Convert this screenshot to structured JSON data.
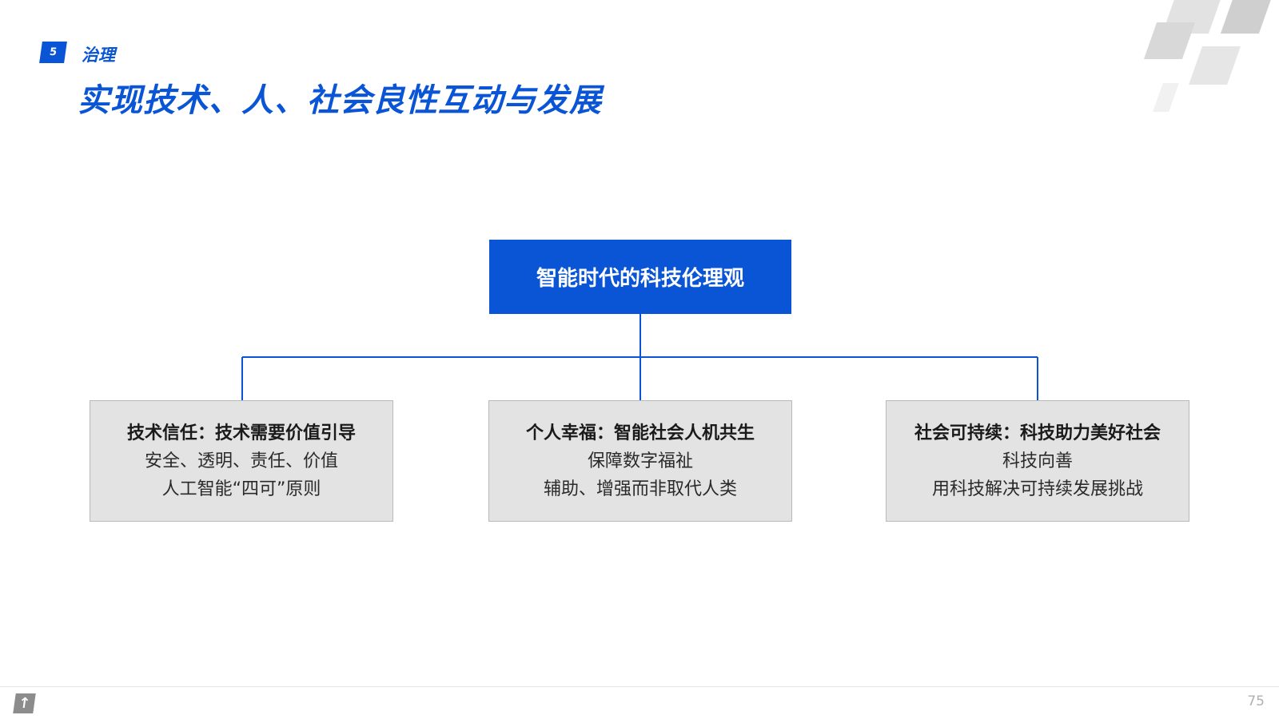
{
  "header": {
    "section_number": "5",
    "section_label": "治理",
    "title": "实现技术、人、社会良性互动与发展"
  },
  "diagram": {
    "root": "智能时代的科技伦理观",
    "children": [
      {
        "title": "技术信任：技术需要价值引导",
        "lines": [
          "安全、透明、责任、价值",
          "人工智能“四可”原则"
        ]
      },
      {
        "title": "个人幸福：智能社会人机共生",
        "lines": [
          "保障数字福祉",
          "辅助、增强而非取代人类"
        ]
      },
      {
        "title": "社会可持续：科技助力美好社会",
        "lines": [
          "科技向善",
          "用科技解决可持续发展挑战"
        ]
      }
    ]
  },
  "footer": {
    "logo_glyph": "↑",
    "page_number": "75"
  },
  "colors": {
    "accent": "#0a55d6",
    "box_fill": "#e3e3e3",
    "box_border": "#b9b9b9"
  }
}
